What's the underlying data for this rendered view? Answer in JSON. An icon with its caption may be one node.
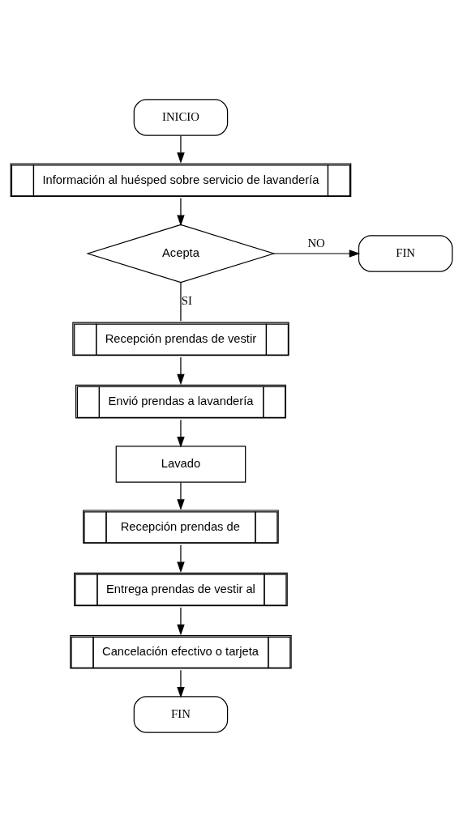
{
  "diagram": {
    "nodes": [
      {
        "text": [
          "INICIO"
        ]
      },
      {
        "text": [
          "Información al huésped sobre servicio de lavandería"
        ]
      },
      {
        "text": [
          "Acepta"
        ]
      },
      {
        "text": [
          "FIN"
        ]
      },
      {
        "text": [
          "Recepción prendas de vestir"
        ]
      },
      {
        "text": [
          "Envió prendas a lavandería"
        ]
      },
      {
        "text": [
          "Lavado"
        ]
      },
      {
        "text": [
          "Recepción prendas de"
        ]
      },
      {
        "text": [
          "Entrega prendas de vestir al"
        ]
      },
      {
        "text": [
          "Cancelación efectivo o tarjeta"
        ]
      },
      {
        "text": [
          "FIN"
        ]
      }
    ],
    "edges": [
      {
        "from": 0,
        "to": 1,
        "arrow": "to"
      },
      {
        "from": 1,
        "to": 2,
        "arrow": "to"
      },
      {
        "from": 2,
        "to": 3,
        "arrow": "to",
        "label": "NO"
      },
      {
        "from": 2,
        "to": 4,
        "arrow": "none",
        "label": "SI"
      },
      {
        "from": 4,
        "to": 5,
        "arrow": "to"
      },
      {
        "from": 5,
        "to": 6,
        "arrow": "to"
      },
      {
        "from": 6,
        "to": 7,
        "arrow": "to"
      },
      {
        "from": 7,
        "to": 8,
        "arrow": "to"
      },
      {
        "from": 8,
        "to": 9,
        "arrow": "to"
      },
      {
        "from": 9,
        "to": 10,
        "arrow": "to"
      }
    ]
  }
}
